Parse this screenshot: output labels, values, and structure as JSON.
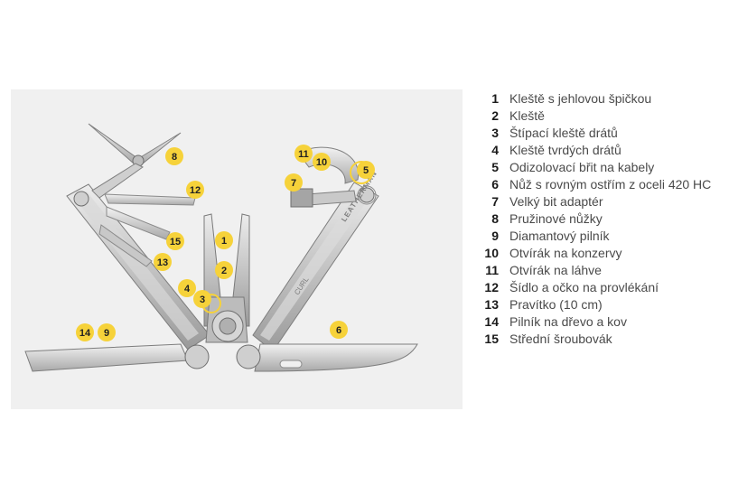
{
  "colors": {
    "badge": "#f6d23a",
    "steel_light": "#e2e2e2",
    "steel_mid": "#b9b9b9",
    "steel_dark": "#7e7e7e",
    "panel": "#f0f0f0"
  },
  "legend": [
    {
      "num": "1",
      "label": "Kleště s jehlovou špičkou"
    },
    {
      "num": "2",
      "label": "Kleště"
    },
    {
      "num": "3",
      "label": "Štípací kleště drátů"
    },
    {
      "num": "4",
      "label": "Kleště tvrdých drátů"
    },
    {
      "num": "5",
      "label": "Odizolovací břit na kabely"
    },
    {
      "num": "6",
      "label": "Nůž s rovným ostřím z oceli 420 HC"
    },
    {
      "num": "7",
      "label": "Velký bit adaptér"
    },
    {
      "num": "8",
      "label": "Pružinové nůžky"
    },
    {
      "num": "9",
      "label": "Diamantový pilník"
    },
    {
      "num": "10",
      "label": "Otvírák na konzervy"
    },
    {
      "num": "11",
      "label": "Otvírák na láhve"
    },
    {
      "num": "12",
      "label": "Šídlo a očko na provlékání"
    },
    {
      "num": "13",
      "label": "Pravítko (10 cm)"
    },
    {
      "num": "14",
      "label": "Pilník na dřevo a kov"
    },
    {
      "num": "15",
      "label": "Střední šroubovák"
    }
  ],
  "badges": [
    "8",
    "12",
    "15",
    "13",
    "1",
    "2",
    "4",
    "3",
    "14",
    "9",
    "11",
    "10",
    "5",
    "7",
    "6"
  ],
  "handle_engraving": {
    "brand": "LEATHERMAN",
    "model": "CURL"
  }
}
